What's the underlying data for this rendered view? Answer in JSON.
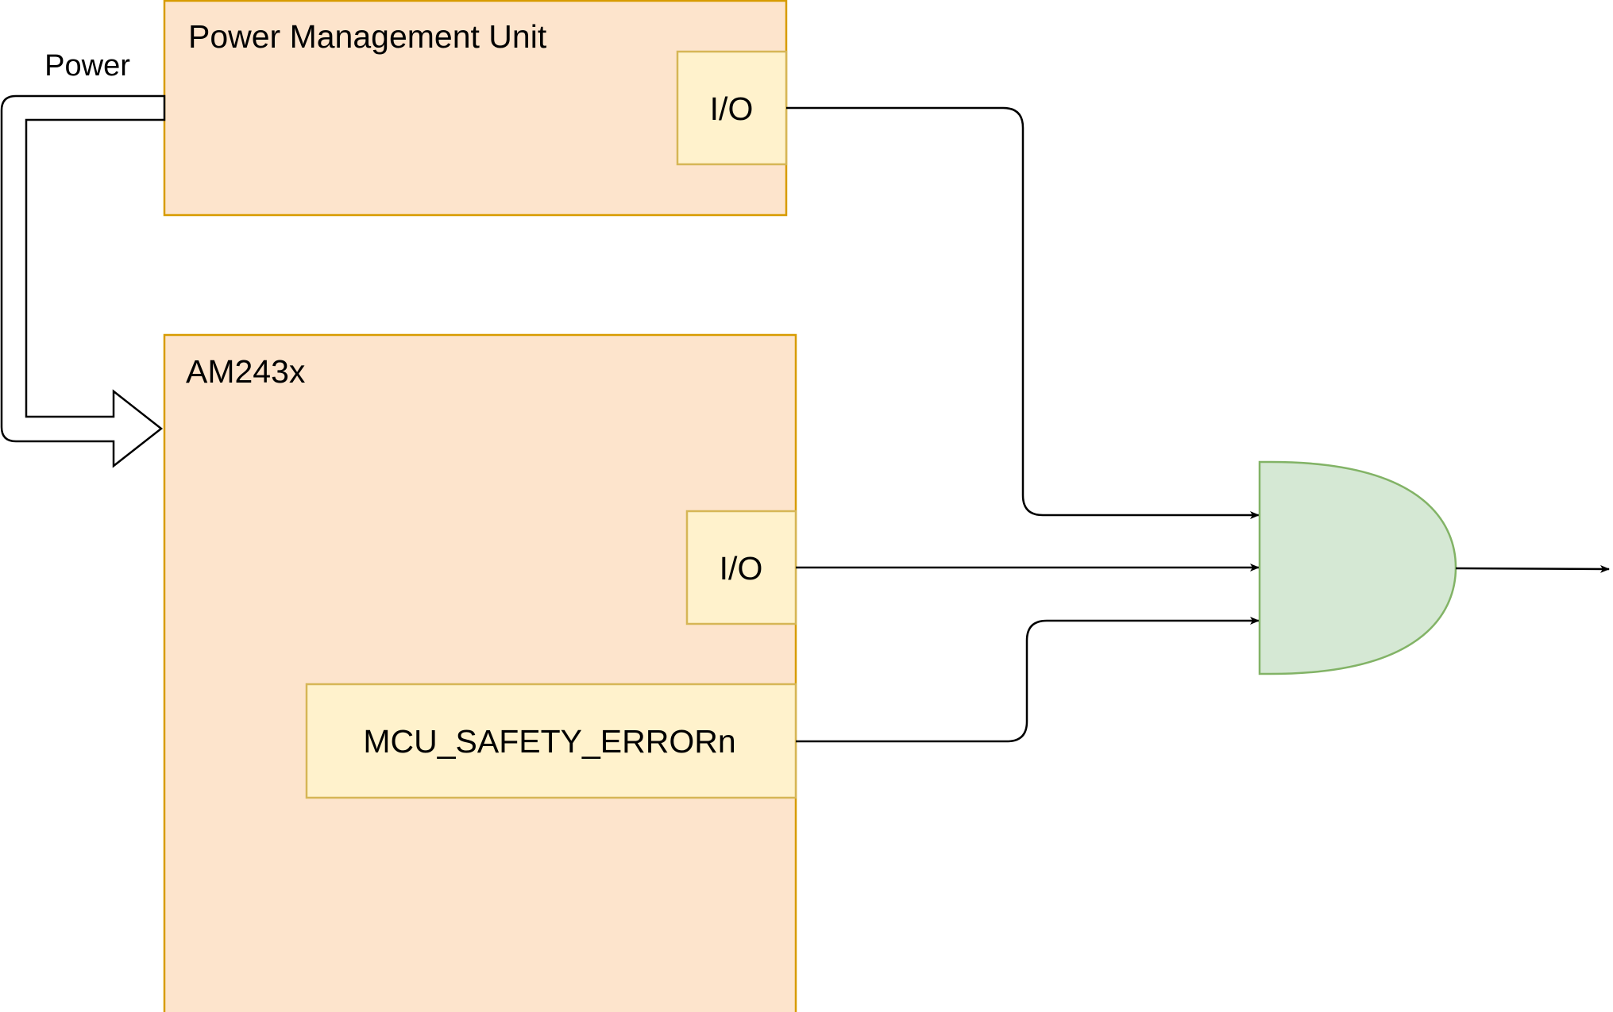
{
  "diagram": {
    "power_label": "Power",
    "pmu": {
      "title": "Power Management Unit",
      "io_label": "I/O"
    },
    "mcu": {
      "title": "AM243x",
      "io_label": "I/O",
      "error_pin_label": "MCU_SAFETY_ERRORn"
    }
  },
  "colors": {
    "block_fill": "#fde4cc",
    "block_stroke": "#d79b00",
    "port_fill": "#fff2cc",
    "port_stroke": "#d6b656",
    "gate_fill": "#d5e8d4",
    "gate_stroke": "#82b366",
    "wire": "#000000"
  },
  "gate": {
    "type": "AND",
    "inputs": 3
  }
}
